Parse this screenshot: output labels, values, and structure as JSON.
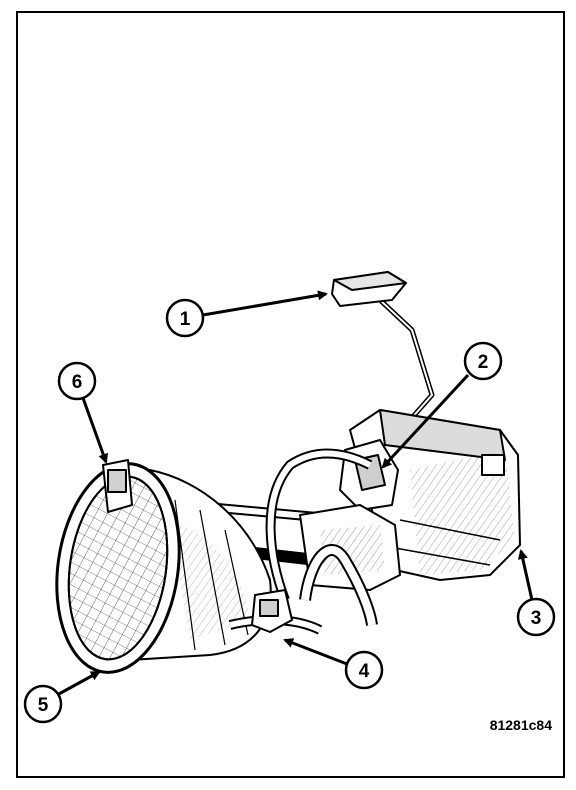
{
  "figure": {
    "code": "81281c84",
    "callouts": [
      {
        "id": "1",
        "label": "1"
      },
      {
        "id": "2",
        "label": "2"
      },
      {
        "id": "3",
        "label": "3"
      },
      {
        "id": "4",
        "label": "4"
      },
      {
        "id": "5",
        "label": "5"
      },
      {
        "id": "6",
        "label": "6"
      }
    ]
  },
  "colors": {
    "ink": "#000000",
    "paper": "#ffffff",
    "shade": "#4a4a4a"
  }
}
